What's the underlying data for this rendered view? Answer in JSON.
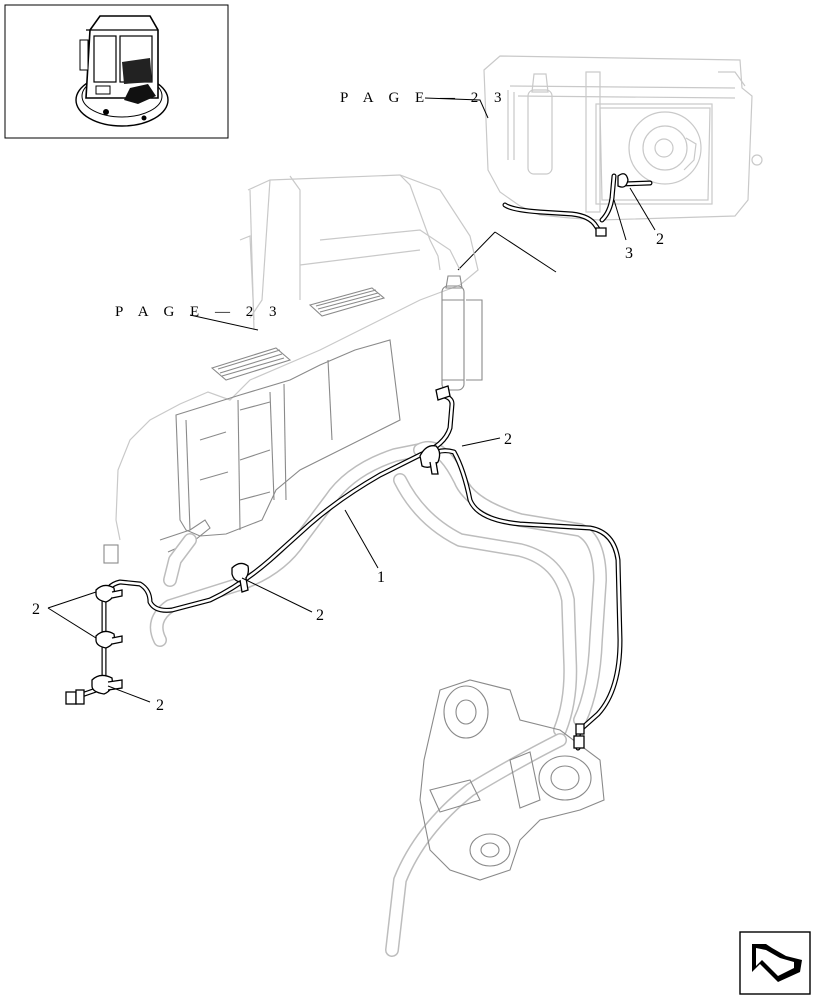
{
  "diagram": {
    "page_refs": [
      {
        "text": "PAGE 23",
        "display": "P A G E — 2 3"
      },
      {
        "text": "PAGE 23",
        "display": "P A G E — 2 3"
      }
    ],
    "callouts": [
      {
        "num": "2"
      },
      {
        "num": "3"
      },
      {
        "num": "1"
      },
      {
        "num": "2"
      },
      {
        "num": "2"
      },
      {
        "num": "2"
      },
      {
        "num": "2"
      }
    ],
    "icons": {
      "thumbnail": "machine-overview-thumbnail",
      "nav": "next-page-arrow-icon"
    }
  }
}
